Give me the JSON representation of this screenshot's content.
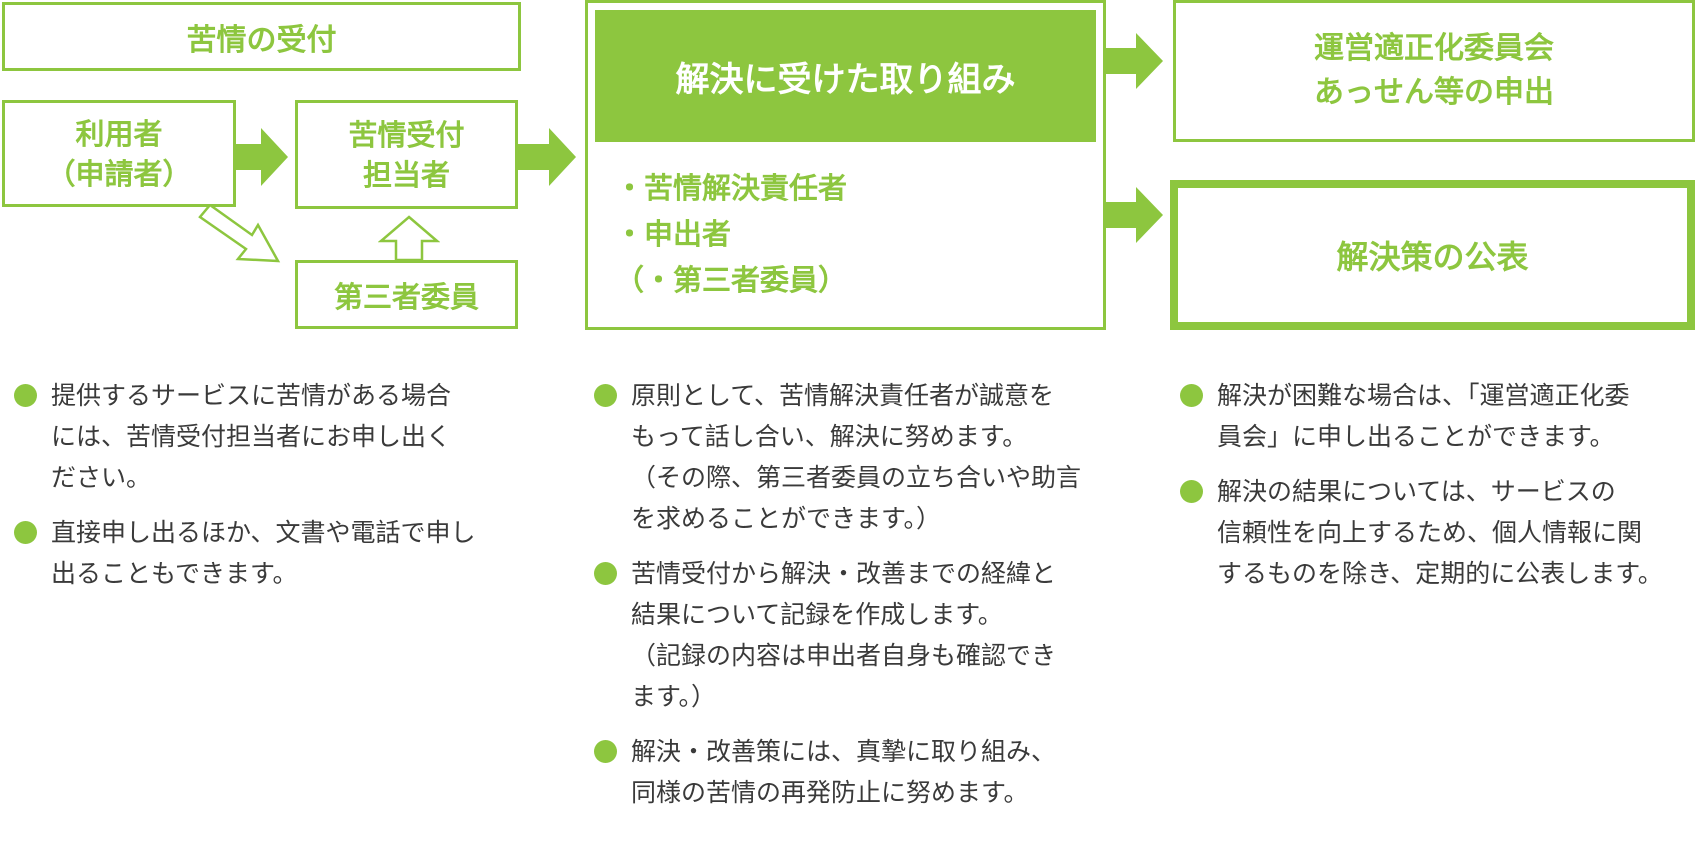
{
  "theme": {
    "accent": "#8dc63f",
    "text": "#3a3a3a",
    "background": "#ffffff"
  },
  "diagram": {
    "complaint_reception": "苦情の受付",
    "user": [
      "利用者",
      "（申請者）"
    ],
    "complaint_staff": [
      "苦情受付",
      "担当者"
    ],
    "third_party": "第三者委員",
    "resolution_header": "解決に受けた取り組み",
    "resolution_items": [
      "・苦情解決責任者",
      "・申出者",
      "（・第三者委員）"
    ],
    "committee": [
      "運営適正化委員会",
      "あっせん等の申出"
    ],
    "publication": "解決策の公表"
  },
  "notes": {
    "col1": [
      {
        "lines": [
          "提供するサービスに苦情がある場合",
          "には、苦情受付担当者にお申し出く",
          "ださい。"
        ]
      },
      {
        "lines": [
          "直接申し出るほか、文書や電話で申し",
          "出ることもできます。"
        ]
      }
    ],
    "col2": [
      {
        "lines": [
          "原則として、苦情解決責任者が誠意を",
          "もって話し合い、解決に努めます。",
          "（その際、第三者委員の立ち合いや助言",
          "を求めることができます。）"
        ]
      },
      {
        "lines": [
          "苦情受付から解決・改善までの経緯と",
          "結果について記録を作成します。",
          "（記録の内容は申出者自身も確認でき",
          "ます。）"
        ]
      },
      {
        "lines": [
          "解決・改善策には、真摯に取り組み、",
          "同様の苦情の再発防止に努めます。"
        ]
      }
    ],
    "col3": [
      {
        "lines": [
          "解決が困難な場合は、「運営適正化委",
          "員会」に申し出ることができます。"
        ]
      },
      {
        "lines": [
          "解決の結果については、サービスの",
          "信頼性を向上するため、個人情報に関",
          "するものを除き、定期的に公表します。"
        ]
      }
    ]
  }
}
